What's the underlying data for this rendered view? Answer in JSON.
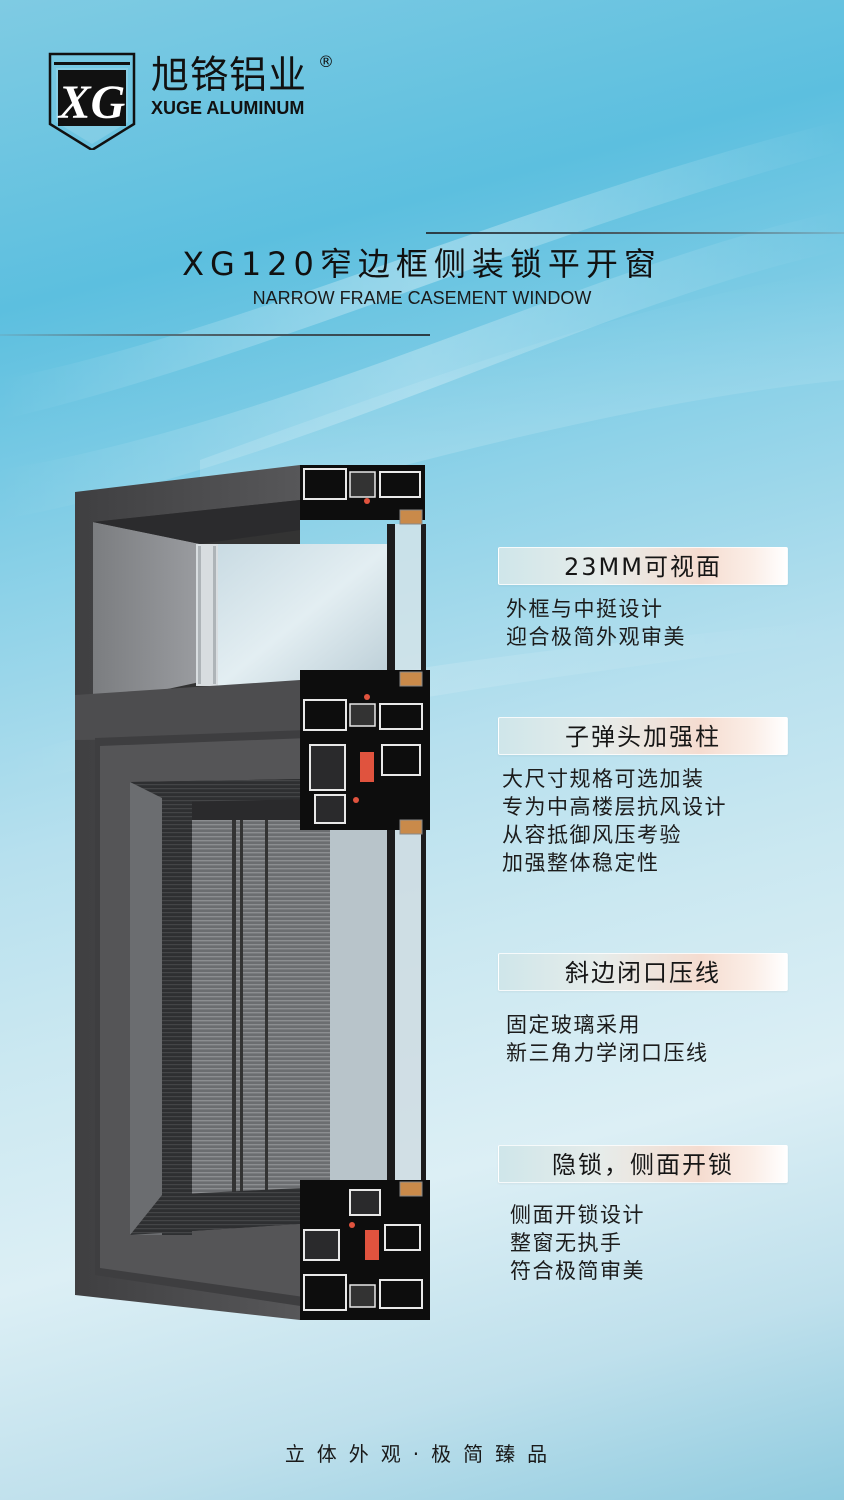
{
  "brand": {
    "name_cn": "旭铬铝业",
    "registered_mark": "®",
    "name_en": "XUGE ALUMINUM",
    "badge_letters": "XG"
  },
  "title": {
    "cn": "XG120窄边框侧装锁平开窗",
    "en": "NARROW FRAME CASEMENT WINDOW"
  },
  "product_image": {
    "description": "Aluminum narrow frame casement window cross-section render",
    "frame_color": "#4a4a4c",
    "accent_color": "#e0533e"
  },
  "features": [
    {
      "tag": "23MM可视面",
      "lines": [
        "外框与中挺设计",
        "迎合极简外观审美"
      ]
    },
    {
      "tag": "子弹头加强柱",
      "lines": [
        "大尺寸规格可选加装",
        "专为中高楼层抗风设计",
        "从容抵御风压考验",
        "加强整体稳定性"
      ]
    },
    {
      "tag": "斜边闭口压线",
      "lines": [
        "固定玻璃采用",
        "新三角力学闭口压线"
      ]
    },
    {
      "tag": "隐锁，侧面开锁",
      "lines": [
        "侧面开锁设计",
        "整窗无执手",
        "符合极简审美"
      ]
    }
  ],
  "slogan": "立体外观·极简臻品",
  "colors": {
    "bg_top": "#5cbfdf",
    "bg_mid": "#dcedf3",
    "text": "#111111",
    "tag_gradient_start": "#cfe6ea",
    "tag_gradient_end": "#f5dcd0"
  }
}
